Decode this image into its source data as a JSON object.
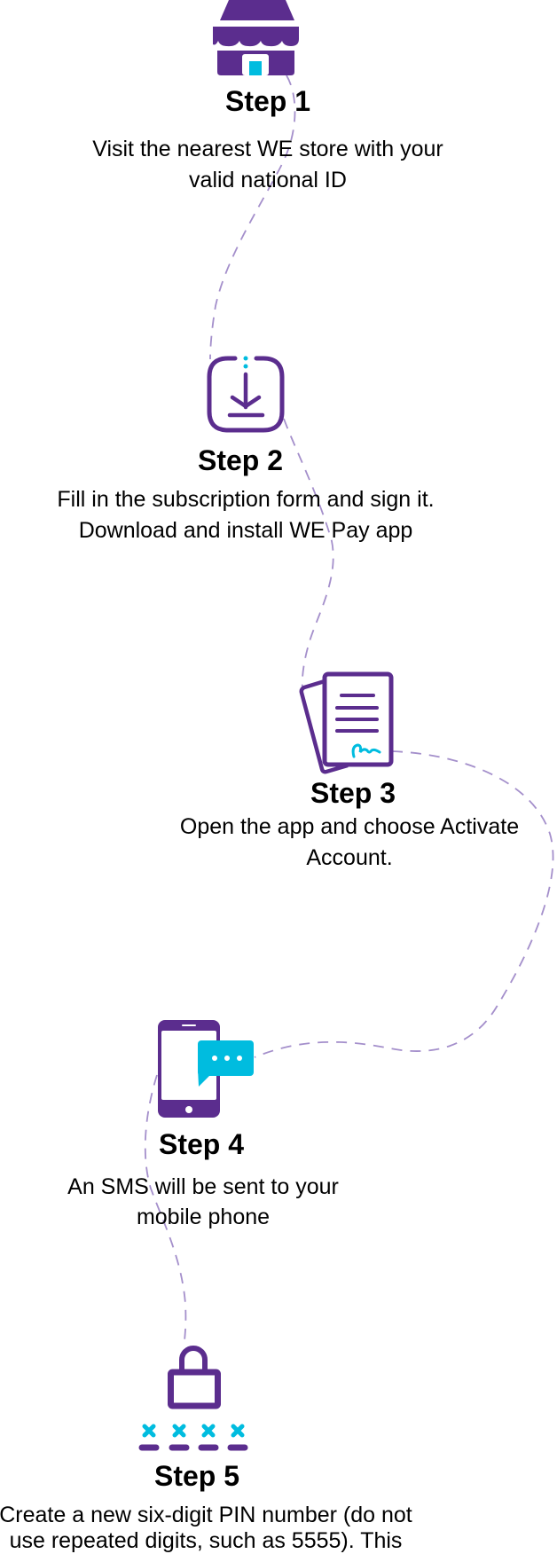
{
  "colors": {
    "purple": "#5b2d8e",
    "cyan": "#00bcdf",
    "path": "#a48fcb",
    "text": "#000000"
  },
  "steps": [
    {
      "icon": "store-icon",
      "title": "Step 1",
      "lines": [
        "Visit the nearest WE store with your",
        "valid national ID"
      ]
    },
    {
      "icon": "download-icon",
      "title": "Step 2",
      "lines": [
        "Fill in the subscription form and sign it.",
        "Download and install WE Pay app"
      ]
    },
    {
      "icon": "signed-document-icon",
      "title": "Step 3",
      "lines": [
        "Open the app and choose Activate",
        "Account."
      ]
    },
    {
      "icon": "phone-sms-icon",
      "title": "Step 4",
      "lines": [
        "An SMS will be sent to your",
        "mobile phone"
      ]
    },
    {
      "icon": "lock-pin-icon",
      "title": "Step 5",
      "lines": [
        "Create a new six-digit PIN number (do not",
        "use repeated digits, such as 5555). This"
      ]
    }
  ]
}
